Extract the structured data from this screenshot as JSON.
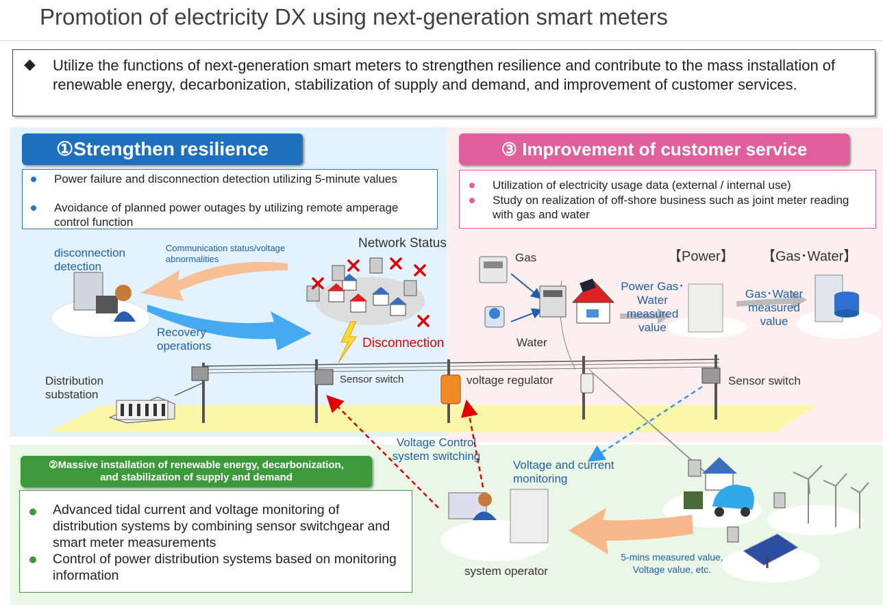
{
  "title": "Promotion of electricity DX using next-generation smart meters",
  "summary": {
    "bullet": "◆",
    "text": "Utilize the functions of next-generation smart meters to strengthen resilience and contribute to the mass installation of renewable energy, decarbonization, stabilization of supply and demand, and improvement of customer services."
  },
  "section1": {
    "header": "①Strengthen resilience",
    "bullets": [
      "Power failure and disconnection detection utilizing 5-minute values",
      "Avoidance of planned power outages by utilizing remote amperage control function"
    ],
    "bullet_color": "#2e75b6"
  },
  "section2": {
    "header_line1": "②Massive installation of renewable energy, decarbonization,",
    "header_line2": "and stabilization of supply and demand",
    "bullets": [
      "Advanced tidal current and voltage monitoring of distribution systems by combining sensor switchgear and smart meter measurements",
      "Control of power distribution systems based on monitoring information"
    ],
    "bullet_color": "#3d9a3a"
  },
  "section3": {
    "header": "③ Improvement of customer service",
    "bullets": [
      "Utilization of electricity usage data (external / internal use)",
      "Study on realization of off-shore business such as joint meter reading with gas and water"
    ],
    "bullet_color": "#e0609c"
  },
  "diagram": {
    "disconnection_detection": "disconnection detection",
    "comm_status": "Communication status/voltage abnormalities",
    "network_status": "Network Status",
    "recovery_operations": "Recovery operations",
    "disconnection": "Disconnection",
    "distribution_substation": "Distribution substation",
    "sensor_switch_left": "Sensor switch",
    "voltage_regulator": "voltage regulator",
    "sensor_switch_right": "Sensor switch",
    "voltage_control": "Voltage Control system switching",
    "voltage_current_monitoring": "Voltage and current monitoring",
    "system_operator": "system operator",
    "five_mins": "5-mins measured value, Voltage value, etc.",
    "gas": "Gas",
    "water": "Water",
    "power_label": "【Power】",
    "gas_water_label": "【Gas･Water】",
    "power_gas_water_measured": "Power Gas･Water measured value",
    "gas_water_measured": "Gas･Water measured value"
  },
  "colors": {
    "resilience": "#1f6fbf",
    "customer_service": "#e0609c",
    "renewable": "#3d9a3a",
    "label_blue": "#1f5fa8",
    "disconnection_red": "#e00000"
  }
}
